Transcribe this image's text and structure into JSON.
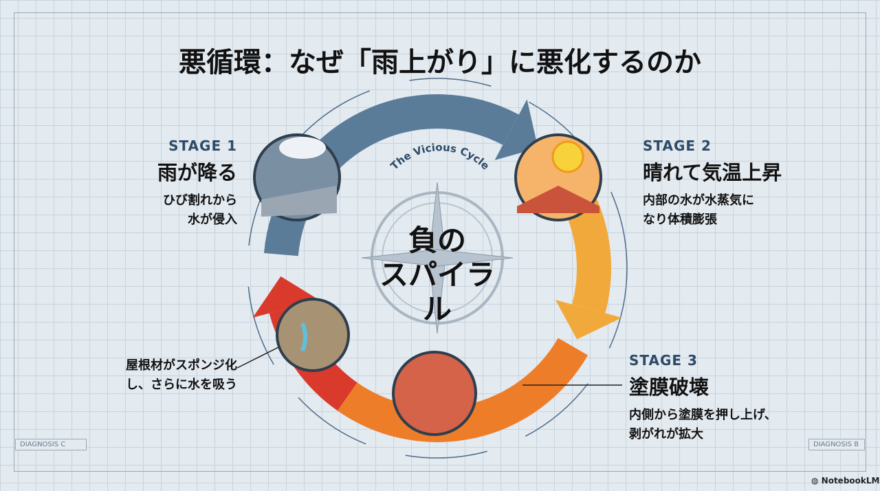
{
  "title": "悪循環：なぜ「雨上がり」に悪化するのか",
  "center": {
    "arc_label": "The Vicious Cycle",
    "line1": "負の",
    "line2": "スパイラル"
  },
  "stage1": {
    "label": "STAGE 1",
    "heading": "雨が降る",
    "desc1": "ひび割れから",
    "desc2": "水が侵入"
  },
  "stage2": {
    "label": "STAGE 2",
    "heading": "晴れて気温上昇",
    "desc1": "内部の水が水蒸気に",
    "desc2": "なり体積膨張"
  },
  "stage3": {
    "label": "STAGE 3",
    "heading": "塗膜破壊",
    "desc1": "内側から塗膜を押し上げ、",
    "desc2": "剥がれが拡大"
  },
  "stage4": {
    "desc1": "屋根材がスポンジ化",
    "desc2": "し、さらに水を吸う"
  },
  "footer": {
    "diag_left": "DIAGNOSIS  C",
    "diag_right": "DIAGNOSIS  B",
    "brand": "NotebookLM"
  },
  "colors": {
    "blue": "#5b7c99",
    "yellow": "#f2a93b",
    "orange": "#ee7d2a",
    "red": "#d93a2b"
  }
}
